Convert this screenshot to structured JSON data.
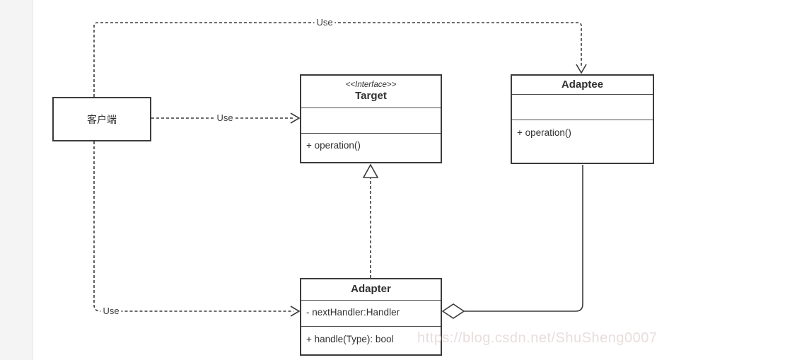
{
  "watermark": {
    "text": "https://blog.csdn.net/ShuSheng0007"
  },
  "classes": {
    "client": {
      "name": "客户端"
    },
    "target": {
      "stereotype": "<<Interface>>",
      "name": "Target",
      "methods": [
        "+ operation()"
      ]
    },
    "adaptee": {
      "name": "Adaptee",
      "methods": [
        "+ operation()"
      ]
    },
    "adapter": {
      "name": "Adapter",
      "attributes": [
        "- nextHandler:Handler"
      ],
      "methods": [
        "+ handle(Type): bool"
      ]
    }
  },
  "edges": {
    "client_to_adaptee": {
      "label": "Use",
      "type": "dashed dependency, open arrowhead"
    },
    "client_to_target": {
      "label": "Use",
      "type": "dashed dependency, open arrowhead"
    },
    "client_to_adapter": {
      "label": "Use",
      "type": "dashed dependency, open arrowhead"
    },
    "adapter_to_target": {
      "type": "realization, dashed with hollow triangle"
    },
    "adapter_to_adaptee": {
      "type": "aggregation, solid with hollow diamond"
    }
  },
  "colors": {
    "line": "#3b3b3b",
    "box_fill": "#ffffff",
    "gutter": "#f4f4f5",
    "watermark": "#e9dddd"
  }
}
